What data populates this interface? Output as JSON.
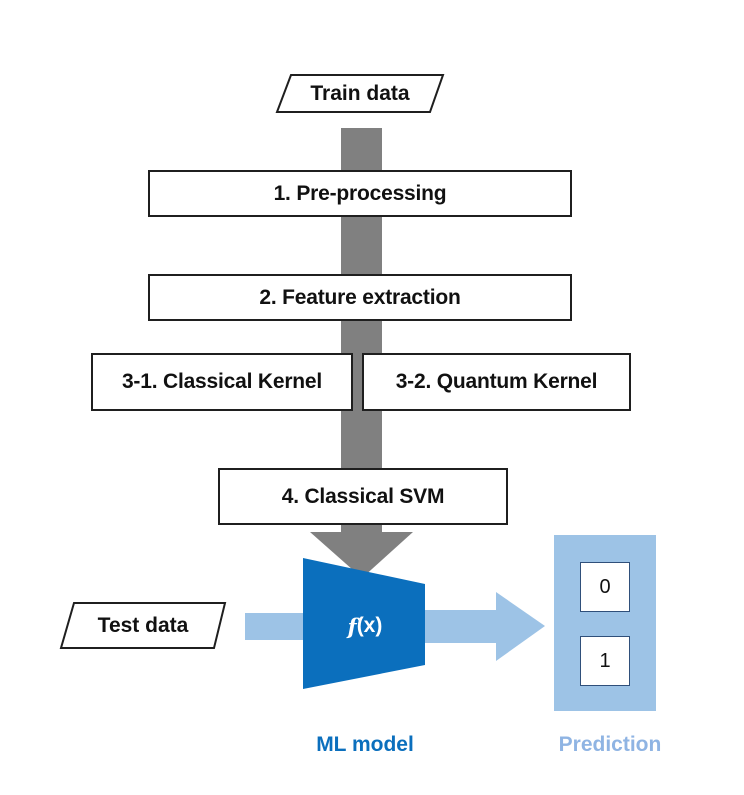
{
  "diagram": {
    "inputs": {
      "train": "Train data",
      "test": "Test data"
    },
    "steps": {
      "preprocessing": "1. Pre-processing",
      "feature_extraction": "2. Feature extraction",
      "classical_kernel": "3-1. Classical Kernel",
      "quantum_kernel": "3-2. Quantum Kernel",
      "svm": "4. Classical SVM"
    },
    "model": {
      "function_label_f": "f",
      "function_label_x": "(x)",
      "caption": "ML model"
    },
    "prediction": {
      "classes": [
        "0",
        "1"
      ],
      "caption": "Prediction"
    },
    "colors": {
      "train_flow": "#808080",
      "test_flow": "#9dc3e6",
      "model": "#0b6fbd",
      "prediction_bg": "#9dc3e6",
      "model_caption": "#0b6fbd",
      "prediction_caption": "#8fb4e3"
    }
  }
}
